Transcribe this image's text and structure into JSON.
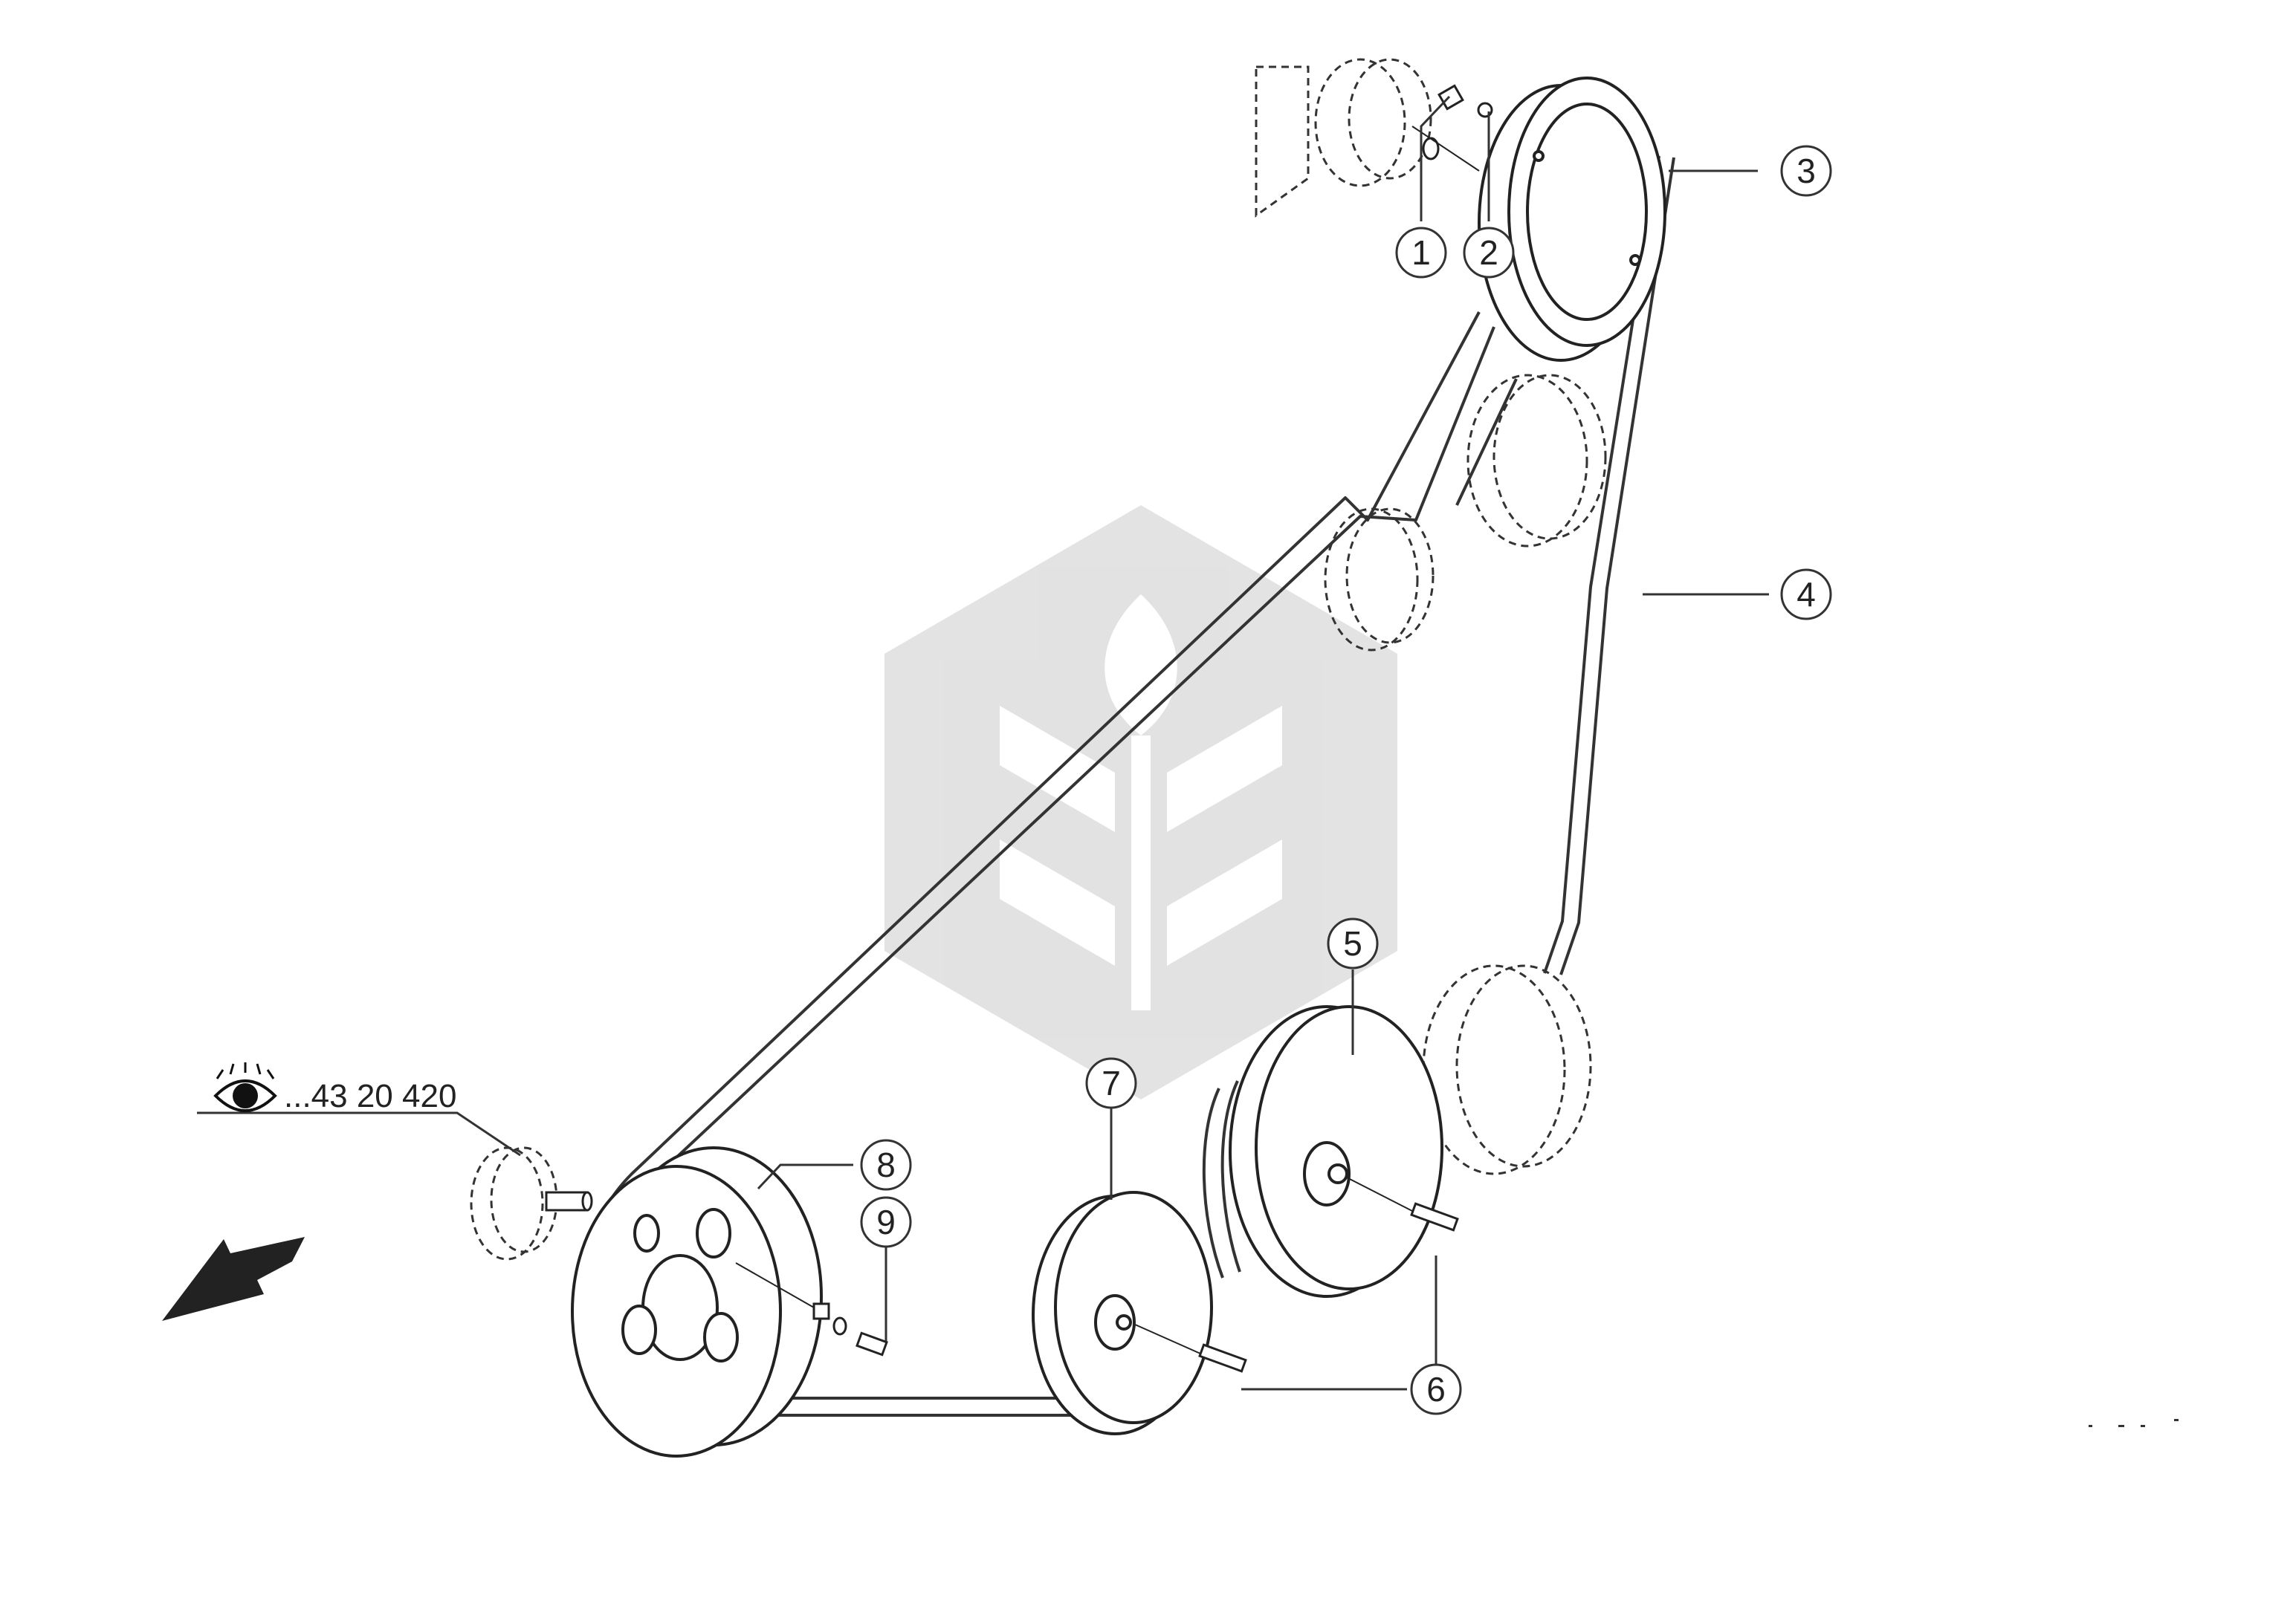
{
  "callouts": {
    "c1": "1",
    "c2": "2",
    "c3": "3",
    "c4": "4",
    "c5": "5",
    "c6": "6",
    "c7": "7",
    "c8": "8",
    "c9": "9"
  },
  "reference": {
    "icon": "eye-icon",
    "text": "...43 20 420"
  },
  "direction_arrow": "arrow-down-left-icon",
  "watermark": "hexagon-wheat-logo"
}
